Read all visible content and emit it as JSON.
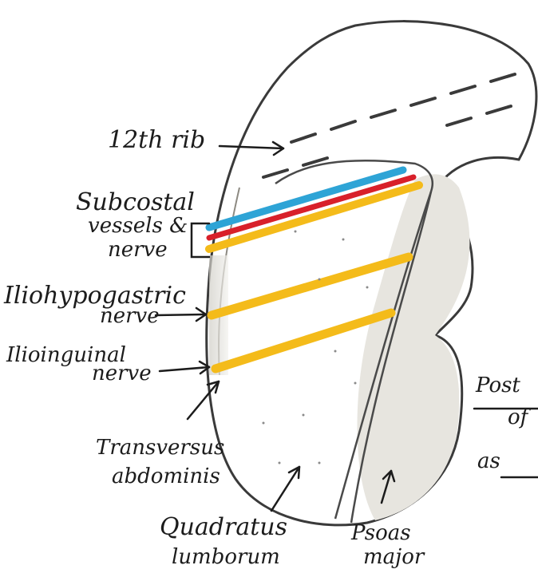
{
  "labels": {
    "rib": "12th rib",
    "subcostal_line1": "Subcostal",
    "subcostal_line2": "vessels &",
    "subcostal_line3": "nerve",
    "iliohypogastric_line1": "Iliohypogastric",
    "iliohypogastric_line2": "nerve",
    "ilioinguinal_line1": "Ilioinguinal",
    "ilioinguinal_line2": "nerve",
    "transversus_line1": "Transversus",
    "transversus_line2": "abdominis",
    "quadratus_line1": "Quadratus",
    "quadratus_line2": "lumborum",
    "psoas_line1": "Psoas",
    "psoas_line2": "major",
    "side_text_line1": "Post",
    "side_text_line2": "of",
    "side_text_line3": "as"
  },
  "colors": {
    "outline": "#3a3a3a",
    "vessel_blue": "#2ea4d6",
    "vessel_red": "#d8202a",
    "nerve_yellow": "#f4bb1a",
    "muscle_shade": "#d9d7d0",
    "background": "#ffffff"
  }
}
